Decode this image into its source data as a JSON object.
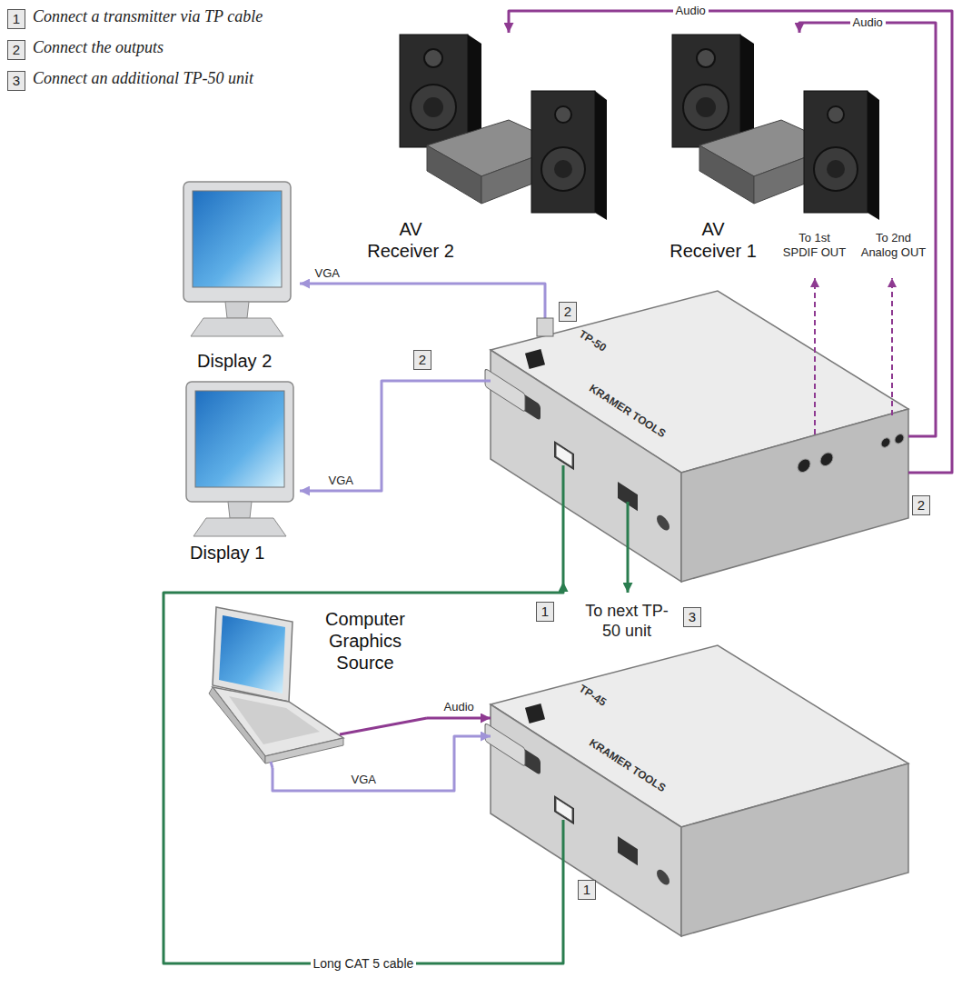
{
  "diagram": {
    "nodes": [
      {
        "text": [
          "AV Receiver 2"
        ]
      },
      {
        "text": [
          "AV Receiver 1"
        ]
      },
      {
        "text": [
          "Display 2"
        ]
      },
      {
        "text": [
          "TP-50",
          "KRAMER TOOLS"
        ]
      },
      {
        "text": [
          "Display 1"
        ]
      },
      {
        "text": [
          "Computer Graphics Source"
        ]
      },
      {
        "text": [
          "TP-45",
          "KRAMER TOOLS"
        ]
      }
    ],
    "edges": [
      {
        "from": 3,
        "to": 2,
        "label": "VGA",
        "arrow": "to"
      },
      {
        "from": 3,
        "to": 0,
        "label": "Audio",
        "arrow": "to"
      },
      {
        "from": 3,
        "to": 1,
        "label": "Audio",
        "arrow": "to"
      },
      {
        "from": 3,
        "to": 4,
        "label": "VGA",
        "arrow": "to"
      },
      {
        "from": 6,
        "to": 3,
        "label": "Long CAT 5 cable",
        "arrow": "to"
      },
      {
        "from": 5,
        "to": 6,
        "label": "VGA",
        "arrow": "to"
      },
      {
        "from": 5,
        "to": 6,
        "label": "Audio",
        "arrow": "to"
      }
    ],
    "labels": [
      "1",
      "Connect a transmitter via TP cable",
      "2",
      "Connect the outputs",
      "3",
      "Connect an additional TP-50 unit",
      "2",
      "2",
      "2",
      "1",
      "To next TP-50 unit",
      "3",
      "1",
      "To 1st SPDIF OUT",
      "To 2nd Analog OUT"
    ]
  }
}
